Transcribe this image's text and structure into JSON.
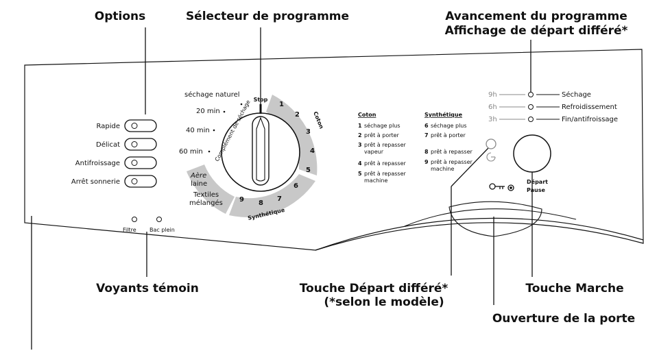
{
  "callouts": {
    "options": "Options",
    "selector": "Sélecteur de programme",
    "progress_line1": "Avancement du programme",
    "progress_line2": "Affichage de départ différé*",
    "indicators": "Voyants témoin",
    "delay_line1": "Touche Départ différé*",
    "delay_line2": "(*selon le modèle)",
    "start": "Touche Marche",
    "door": "Ouverture de la porte"
  },
  "option_buttons": [
    "Rapide",
    "Délicat",
    "Antifroissage",
    "Arrêt sonnerie"
  ],
  "indicator_lights": [
    "Filtre",
    "Bac plein"
  ],
  "dial": {
    "stop": "Stop",
    "coton": "Coton",
    "synthetique": "Synthétique",
    "complement": "Complément de séchage",
    "sechage_naturel": "séchage naturel",
    "times": [
      "20 min",
      "40 min",
      "60 min"
    ],
    "aere": "Aère",
    "laine": "laine",
    "textiles1": "Textiles",
    "textiles2": "mélangés",
    "coton_numbers": [
      "1",
      "2",
      "3",
      "4",
      "5"
    ],
    "synth_numbers": [
      "6",
      "7",
      "8",
      "9"
    ]
  },
  "legend": {
    "coton_title": "Coton",
    "coton_items": [
      {
        "n": "1",
        "t": "séchage plus"
      },
      {
        "n": "2",
        "t": "prêt à porter"
      },
      {
        "n": "3",
        "t": "prêt à repasser",
        "t2": "vapeur"
      },
      {
        "n": "4",
        "t": "prêt à repasser"
      },
      {
        "n": "5",
        "t": "prêt à repasser",
        "t2": "machine"
      }
    ],
    "synth_title": "Synthétique",
    "synth_items": [
      {
        "n": "6",
        "t": "séchage plus"
      },
      {
        "n": "7",
        "t": "prêt à porter"
      },
      {
        "n": "8",
        "t": "prêt à repasser"
      },
      {
        "n": "9",
        "t": "prêt à repasser",
        "t2": "machine"
      }
    ]
  },
  "progress_rows": [
    {
      "time": "9h",
      "label": "Séchage"
    },
    {
      "time": "6h",
      "label": "Refroidissement"
    },
    {
      "time": "3h",
      "label": "Fin/antifroissage"
    }
  ],
  "start_button": {
    "line1": "Départ",
    "line2": "Pause"
  },
  "colors": {
    "band": "#c8c8c8",
    "line": "#111111"
  }
}
